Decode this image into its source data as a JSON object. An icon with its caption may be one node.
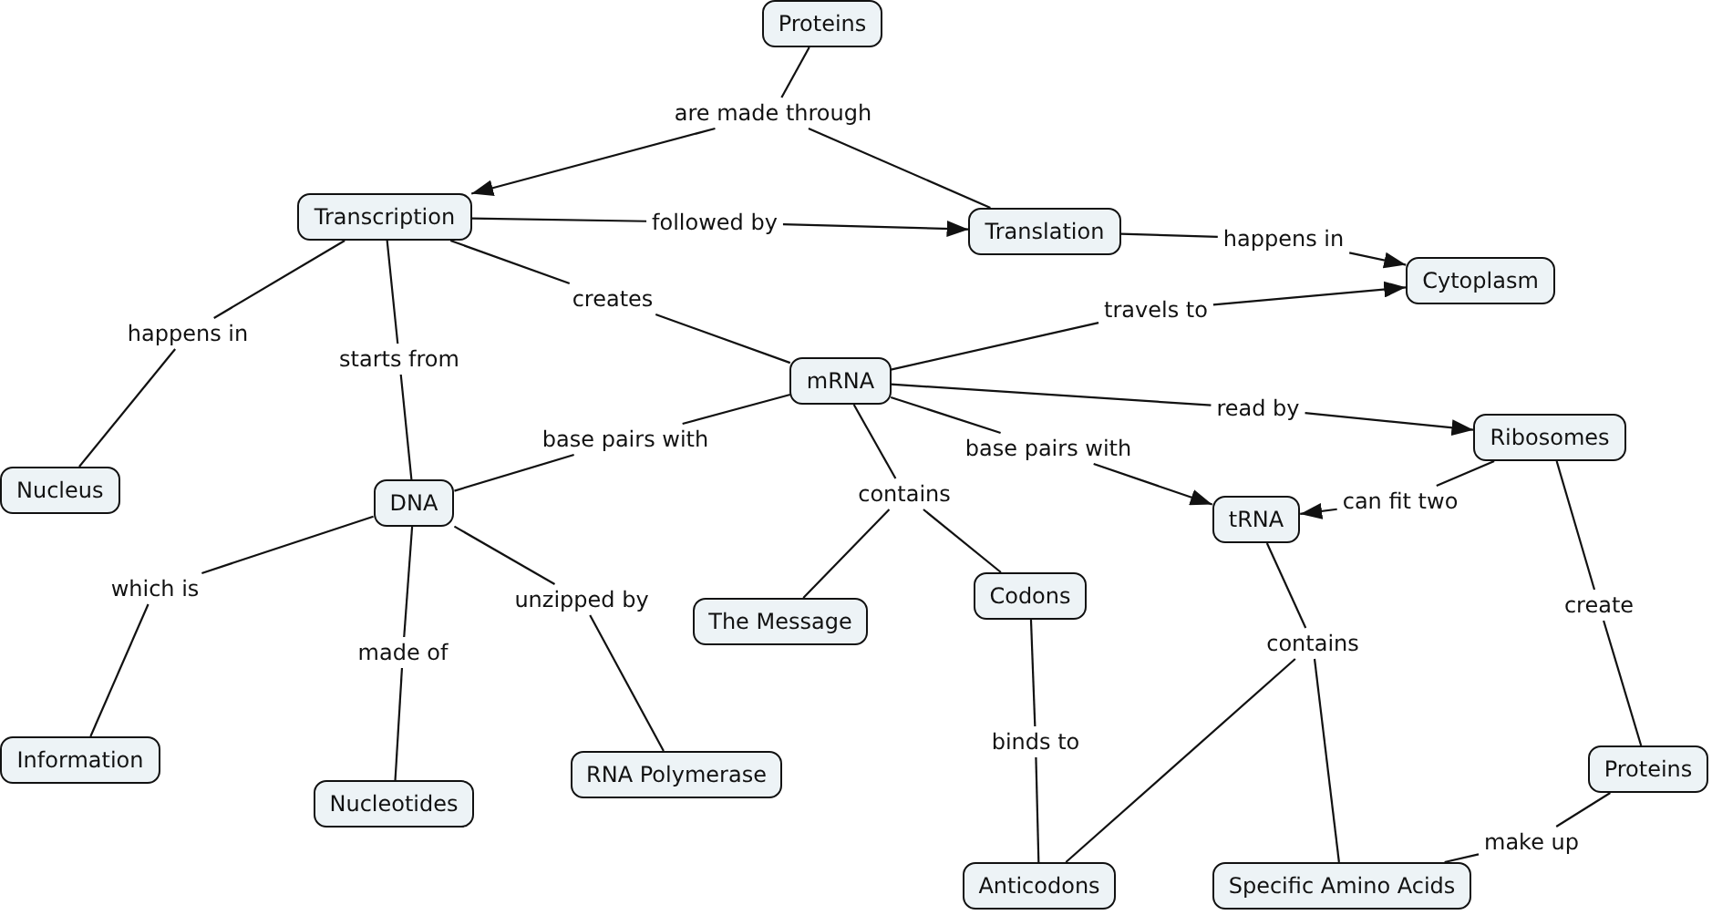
{
  "diagram": {
    "nodes": [
      {
        "text": [
          "Proteins"
        ]
      },
      {
        "text": [
          "are made through"
        ]
      },
      {
        "text": [
          "Transcription"
        ]
      },
      {
        "text": [
          "followed by"
        ]
      },
      {
        "text": [
          "Translation"
        ]
      },
      {
        "text": [
          "happens in"
        ]
      },
      {
        "text": [
          "Cytoplasm"
        ]
      },
      {
        "text": [
          "creates"
        ]
      },
      {
        "text": [
          "travels to"
        ]
      },
      {
        "text": [
          "happens in"
        ]
      },
      {
        "text": [
          "starts from"
        ]
      },
      {
        "text": [
          "mRNA"
        ]
      },
      {
        "text": [
          "read by"
        ]
      },
      {
        "text": [
          "Ribosomes"
        ]
      },
      {
        "text": [
          "base pairs with"
        ]
      },
      {
        "text": [
          "base pairs with"
        ]
      },
      {
        "text": [
          "Nucleus"
        ]
      },
      {
        "text": [
          "DNA"
        ]
      },
      {
        "text": [
          "contains"
        ]
      },
      {
        "text": [
          "can fit two"
        ]
      },
      {
        "text": [
          "tRNA"
        ]
      },
      {
        "text": [
          "which is"
        ]
      },
      {
        "text": [
          "unzipped by"
        ]
      },
      {
        "text": [
          "create"
        ]
      },
      {
        "text": [
          "Codons"
        ]
      },
      {
        "text": [
          "The Message"
        ]
      },
      {
        "text": [
          "contains"
        ]
      },
      {
        "text": [
          "made of"
        ]
      },
      {
        "text": [
          "binds to"
        ]
      },
      {
        "text": [
          "Information"
        ]
      },
      {
        "text": [
          "RNA Polymerase"
        ]
      },
      {
        "text": [
          "Proteins"
        ]
      },
      {
        "text": [
          "Nucleotides"
        ]
      },
      {
        "text": [
          "make up"
        ]
      },
      {
        "text": [
          "Anticodons"
        ]
      },
      {
        "text": [
          "Specific Amino Acids"
        ]
      }
    ],
    "edges": [
      {
        "from": 0,
        "to": 1,
        "arrow": "none"
      },
      {
        "from": 1,
        "to": 2,
        "arrow": "to"
      },
      {
        "from": 1,
        "to": 4,
        "arrow": "none"
      },
      {
        "from": 2,
        "to": 3,
        "arrow": "none"
      },
      {
        "from": 3,
        "to": 4,
        "arrow": "to"
      },
      {
        "from": 4,
        "to": 5,
        "arrow": "none"
      },
      {
        "from": 5,
        "to": 6,
        "arrow": "to"
      },
      {
        "from": 2,
        "to": 7,
        "arrow": "none"
      },
      {
        "from": 7,
        "to": 11,
        "arrow": "none"
      },
      {
        "from": 11,
        "to": 8,
        "arrow": "none"
      },
      {
        "from": 8,
        "to": 6,
        "arrow": "to"
      },
      {
        "from": 2,
        "to": 9,
        "arrow": "none"
      },
      {
        "from": 9,
        "to": 16,
        "arrow": "none"
      },
      {
        "from": 2,
        "to": 10,
        "arrow": "none"
      },
      {
        "from": 10,
        "to": 17,
        "arrow": "none"
      },
      {
        "from": 11,
        "to": 12,
        "arrow": "none"
      },
      {
        "from": 12,
        "to": 13,
        "arrow": "to"
      },
      {
        "from": 11,
        "to": 14,
        "arrow": "none"
      },
      {
        "from": 14,
        "to": 17,
        "arrow": "none"
      },
      {
        "from": 11,
        "to": 15,
        "arrow": "none"
      },
      {
        "from": 15,
        "to": 20,
        "arrow": "to"
      },
      {
        "from": 11,
        "to": 18,
        "arrow": "none"
      },
      {
        "from": 18,
        "to": 25,
        "arrow": "none"
      },
      {
        "from": 18,
        "to": 24,
        "arrow": "none"
      },
      {
        "from": 13,
        "to": 19,
        "arrow": "none"
      },
      {
        "from": 19,
        "to": 20,
        "arrow": "to"
      },
      {
        "from": 13,
        "to": 23,
        "arrow": "none"
      },
      {
        "from": 23,
        "to": 31,
        "arrow": "none"
      },
      {
        "from": 17,
        "to": 21,
        "arrow": "none"
      },
      {
        "from": 21,
        "to": 29,
        "arrow": "none"
      },
      {
        "from": 17,
        "to": 27,
        "arrow": "none"
      },
      {
        "from": 27,
        "to": 32,
        "arrow": "none"
      },
      {
        "from": 17,
        "to": 22,
        "arrow": "none"
      },
      {
        "from": 22,
        "to": 30,
        "arrow": "none"
      },
      {
        "from": 24,
        "to": 28,
        "arrow": "none"
      },
      {
        "from": 28,
        "to": 34,
        "arrow": "none"
      },
      {
        "from": 20,
        "to": 26,
        "arrow": "none"
      },
      {
        "from": 26,
        "to": 34,
        "arrow": "none"
      },
      {
        "from": 26,
        "to": 35,
        "arrow": "none"
      },
      {
        "from": 35,
        "to": 33,
        "arrow": "none"
      },
      {
        "from": 33,
        "to": 31,
        "arrow": "none"
      }
    ]
  }
}
